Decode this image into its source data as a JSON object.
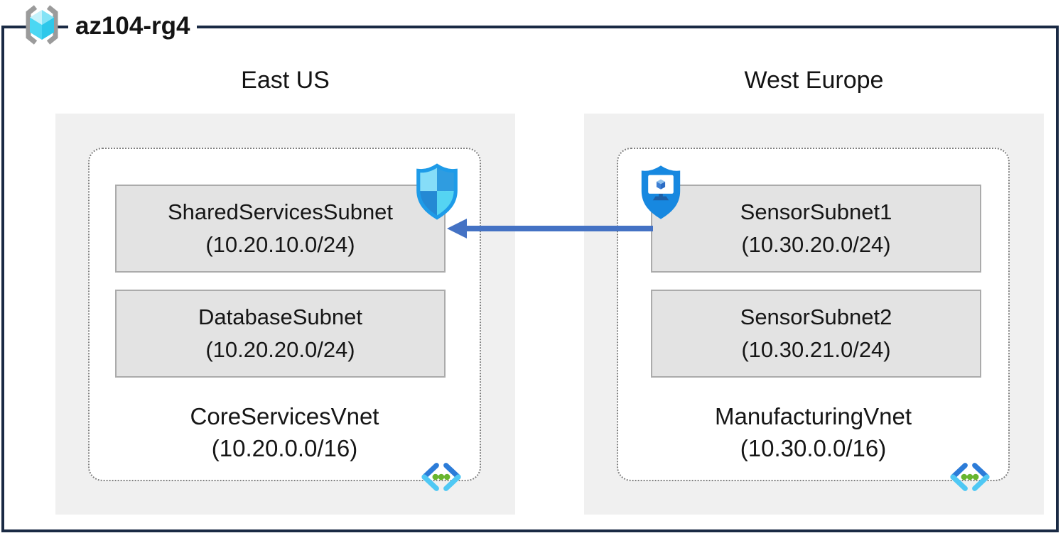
{
  "resource_group": {
    "name": "az104-rg4",
    "icon": "resource-group-icon"
  },
  "regions": [
    {
      "name": "East US",
      "vnet": {
        "name": "CoreServicesVnet",
        "cidr": "(10.20.0.0/16)",
        "icon": "virtual-network-icon",
        "subnets": [
          {
            "name": "SharedServicesSubnet",
            "cidr": "(10.20.10.0/24)",
            "badge_icon": "nsg-shield-icon"
          },
          {
            "name": "DatabaseSubnet",
            "cidr": "(10.20.20.0/24)"
          }
        ]
      }
    },
    {
      "name": "West Europe",
      "vnet": {
        "name": "ManufacturingVnet",
        "cidr": "(10.30.0.0/16)",
        "icon": "virtual-network-icon",
        "subnets": [
          {
            "name": "SensorSubnet1",
            "cidr": "(10.30.20.0/24)",
            "badge_icon": "asg-shield-icon"
          },
          {
            "name": "SensorSubnet2",
            "cidr": "(10.30.21.0/24)"
          }
        ]
      }
    }
  ],
  "connection": {
    "from": "SensorSubnet1",
    "to": "SharedServicesSubnet",
    "direction": "right-to-left",
    "color": "#4472C4"
  },
  "colors": {
    "frame_navy": "#1A2A44",
    "region_background": "#F0F0F0",
    "subnet_fill": "#E3E3E3",
    "subnet_border": "#ABABAB",
    "dashed_border": "#7E7E7E",
    "arrow_blue": "#4472C4",
    "azure_cyan_light": "#86DDF8",
    "azure_blue_mid": "#2F9CE0",
    "green_dots": "#67B52F"
  }
}
